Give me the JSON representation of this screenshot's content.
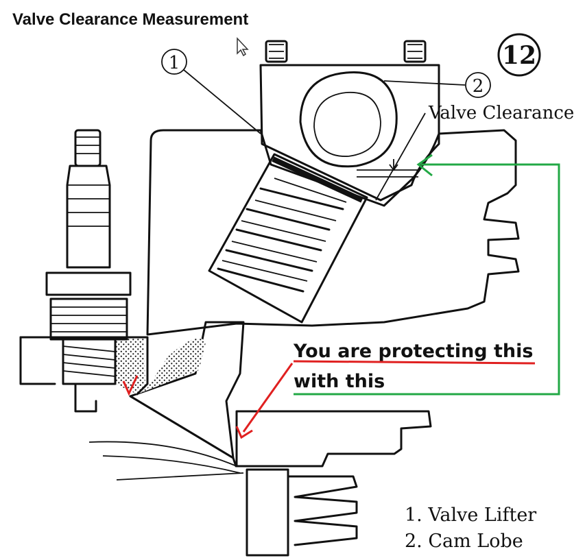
{
  "title": "Valve Clearance Measurement",
  "figure_number": "12",
  "callouts": [
    {
      "number": "1"
    },
    {
      "number": "2"
    }
  ],
  "clearance_label": "Valve Clearance",
  "legend": [
    {
      "label": "1. Valve Lifter"
    },
    {
      "label": "2. Cam Lobe"
    }
  ],
  "annotation": {
    "line1": "You are protecting this",
    "line2": "with this",
    "red_color": "#e02020",
    "green_color": "#22a845"
  }
}
